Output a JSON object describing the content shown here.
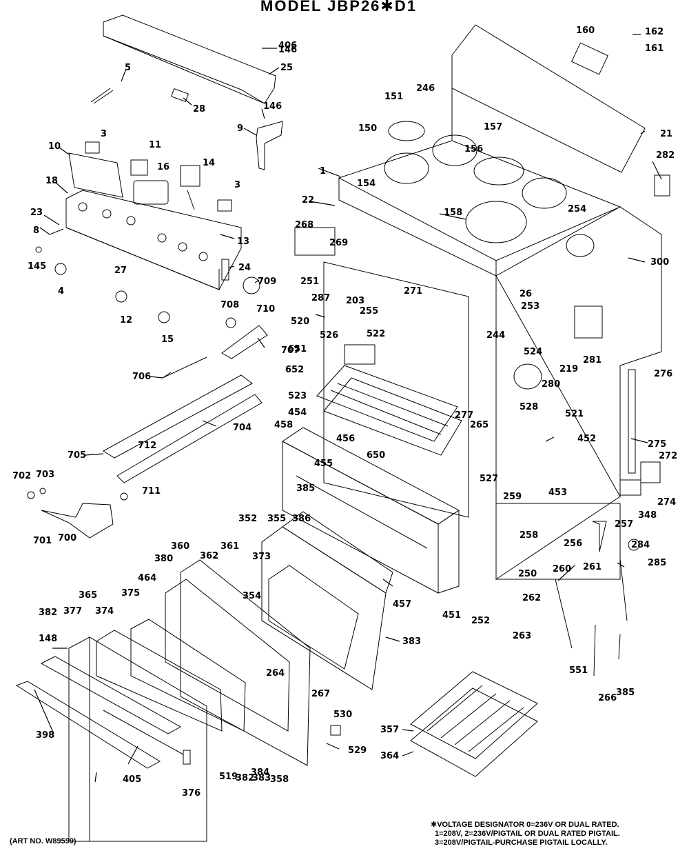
{
  "title": "MODEL  JBP26✱D1",
  "art_number": "(ART NO. W89599)",
  "footnote": [
    "✱VOLTAGE DESIGNATOR 0=236V OR DUAL RATED.",
    "1=208V, 2=236V/PIGTAIL OR DUAL RATED PIGTAIL.",
    "3=208V/PIGTAIL-PURCHASE PIGTAIL LOCALLY."
  ],
  "callouts": [
    "146",
    "25",
    "5",
    "28",
    "146",
    "9",
    "3",
    "10",
    "11",
    "16",
    "14",
    "3",
    "18",
    "23",
    "8",
    "13",
    "145",
    "4",
    "27",
    "24",
    "12",
    "15",
    "709",
    "708",
    "710",
    "707",
    "706",
    "704",
    "705",
    "712",
    "702",
    "703",
    "711",
    "701",
    "700",
    "160",
    "162",
    "161",
    "151",
    "246",
    "150",
    "157",
    "21",
    "156",
    "1",
    "154",
    "282",
    "22",
    "158",
    "254",
    "268",
    "269",
    "300",
    "251",
    "271",
    "287",
    "253",
    "26",
    "203",
    "255",
    "520",
    "526",
    "244",
    "522",
    "524",
    "651",
    "219",
    "281",
    "276",
    "652",
    "280",
    "523",
    "528",
    "521",
    "454",
    "458",
    "456",
    "277",
    "265",
    "650",
    "452",
    "275",
    "455",
    "272",
    "385",
    "527",
    "453",
    "259",
    "274",
    "348",
    "257",
    "258",
    "256",
    "284",
    "352",
    "355",
    "386",
    "285",
    "360",
    "362",
    "361",
    "373",
    "261",
    "250",
    "260",
    "380",
    "384",
    "262",
    "464",
    "354",
    "375",
    "457",
    "451",
    "252",
    "365",
    "382",
    "377",
    "374",
    "383",
    "148",
    "406",
    "264",
    "263",
    "551",
    "267",
    "266",
    "385",
    "398",
    "530",
    "357",
    "529",
    "364",
    "405",
    "376",
    "519",
    "382",
    "383",
    "358"
  ]
}
